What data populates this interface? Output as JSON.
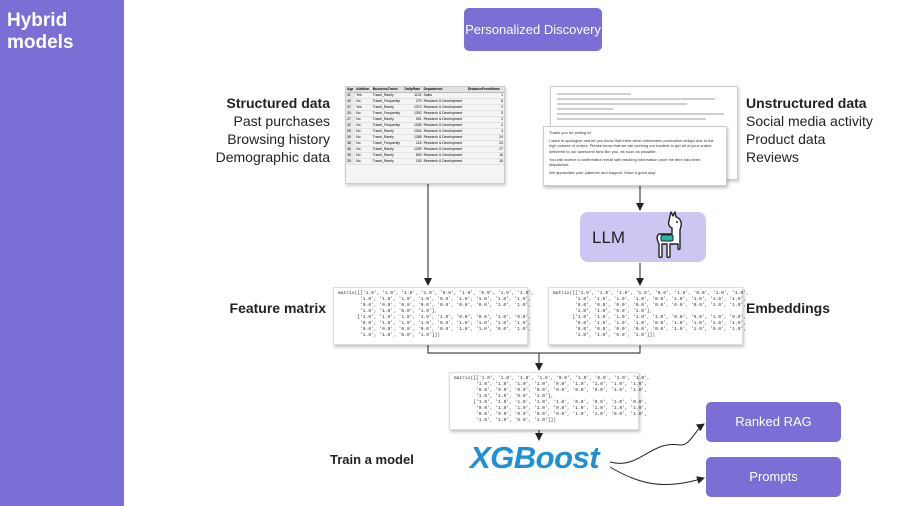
{
  "slide": {
    "title": "Hybrid models"
  },
  "top_box": {
    "label": "Personalized Discovery"
  },
  "structured": {
    "title": "Structured data",
    "items": [
      "Past purchases",
      "Browsing history",
      "Demographic data"
    ]
  },
  "unstructured": {
    "title": "Unstructured data",
    "items": [
      "Social media activity",
      "Product data",
      "Reviews"
    ]
  },
  "llm": {
    "label": "LLM",
    "icon": "llama-icon"
  },
  "feature_matrix": {
    "label": "Feature matrix"
  },
  "embeddings": {
    "label": "Embeddings"
  },
  "train": {
    "label": "Train a model"
  },
  "xgboost": {
    "label": "XGBoost"
  },
  "outputs": {
    "ranked_rag": "Ranked RAG",
    "prompts": "Prompts"
  },
  "matrix_text": "matrix([['1.0', '1.0', '1.0', '1.0', '0.0', '1.0', '0.0', '1.0', '1.0',\n        '1.0', '1.0', '1.0', '1.0', '0.0', '1.0', '1.0', '1.0', '1.0',\n        '0.0', '0.0', '0.0', '0.0', '0.0', '0.0', '0.0', '1.0', '1.0',\n        '1.0', '1.0', '0.0', '1.0'],\n       ['1.0', '1.0', '1.0', '1.0', '1.0', '0.0', '0.0', '1.0', '0.0',\n        '0.0', '1.0', '1.0', '1.0', '0.0', '1.0', '1.0', '1.0', '1.0',\n        '0.0', '0.0', '0.0', '0.0', '0.0', '1.0', '1.0', '0.0', '1.0',\n        '1.0', '1.0', '0.0', '1.0']])",
  "table": {
    "headers": [
      "Age",
      "Attrition",
      "BusinessTravel",
      "DailyRate",
      "Department",
      "DistanceFromHome"
    ],
    "rows": [
      [
        "41",
        "Yes",
        "Travel_Rarely",
        "1102",
        "Sales",
        "1"
      ],
      [
        "49",
        "No",
        "Travel_Frequently",
        "279",
        "Research & Development",
        "8"
      ],
      [
        "37",
        "Yes",
        "Travel_Rarely",
        "1373",
        "Research & Development",
        "2"
      ],
      [
        "33",
        "No",
        "Travel_Frequently",
        "1392",
        "Research & Development",
        "3"
      ],
      [
        "27",
        "No",
        "Travel_Rarely",
        "591",
        "Research & Development",
        "2"
      ],
      [
        "32",
        "No",
        "Travel_Frequently",
        "1005",
        "Research & Development",
        "2"
      ],
      [
        "59",
        "No",
        "Travel_Rarely",
        "1324",
        "Research & Development",
        "3"
      ],
      [
        "30",
        "No",
        "Travel_Rarely",
        "1358",
        "Research & Development",
        "24"
      ],
      [
        "38",
        "No",
        "Travel_Frequently",
        "216",
        "Research & Development",
        "23"
      ],
      [
        "36",
        "No",
        "Travel_Rarely",
        "1299",
        "Research & Development",
        "27"
      ],
      [
        "35",
        "No",
        "Travel_Rarely",
        "809",
        "Research & Development",
        "16"
      ],
      [
        "29",
        "No",
        "Travel_Rarely",
        "153",
        "Research & Development",
        "15"
      ]
    ]
  },
  "email": {
    "paragraphs": [
      "Thank you for writing in!",
      "I want to apologize and let you know that there were unforeseen production delays due to the high volume of orders. Please know that we are working our hardest to get all of your orders delivered to our awesome fans like you, as soon as possible.",
      "You will receive a confirmation email with tracking information once the item has been dispatched.",
      "We appreciate your patience and support. Have a good day!"
    ]
  }
}
